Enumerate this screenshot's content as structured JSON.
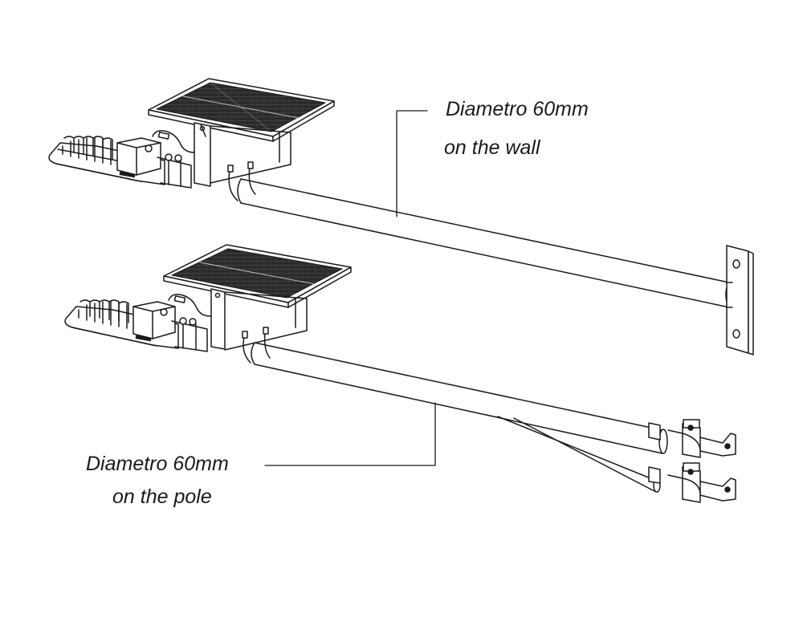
{
  "callouts": {
    "wall": {
      "line1": "Diametro 60mm",
      "line2": "on the wall"
    },
    "pole": {
      "line1": "Diametro 60mm",
      "line2": "on the pole"
    }
  },
  "colors": {
    "line": "#1a1a1a",
    "panel_cells": "#2a2a2a",
    "background": "#ffffff"
  },
  "icons": [
    "solar-panel-icon",
    "led-lamp-head-icon",
    "mounting-bracket-icon",
    "pole-clamp-icon"
  ]
}
